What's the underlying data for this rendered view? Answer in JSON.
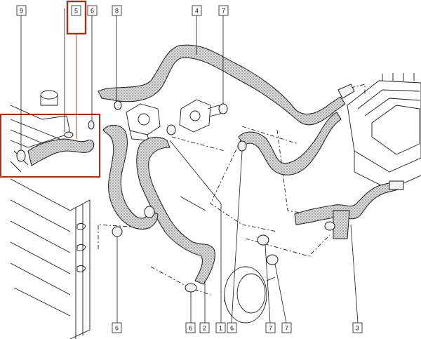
{
  "diagram": {
    "colors": {
      "highlight": "#a0311f",
      "line": "#1a1a1a",
      "hose_fill": "#d9d9d9",
      "background": "#ffffff"
    },
    "top_callouts": [
      {
        "id": "c9a",
        "label": "9"
      },
      {
        "id": "c5",
        "label": "5",
        "highlighted": true
      },
      {
        "id": "c6a",
        "label": "6"
      },
      {
        "id": "c8",
        "label": "8"
      },
      {
        "id": "c4",
        "label": "4"
      },
      {
        "id": "c7a",
        "label": "7"
      }
    ],
    "bottom_callouts": [
      {
        "id": "c6b",
        "label": "6"
      },
      {
        "id": "c6c",
        "label": "6"
      },
      {
        "id": "c2",
        "label": "2"
      },
      {
        "id": "c1",
        "label": "1"
      },
      {
        "id": "c6d",
        "label": "6"
      },
      {
        "id": "c7b",
        "label": "7"
      },
      {
        "id": "c7c",
        "label": "7"
      },
      {
        "id": "c3",
        "label": "3"
      }
    ],
    "highlight_region": "hose-5-assembly"
  }
}
